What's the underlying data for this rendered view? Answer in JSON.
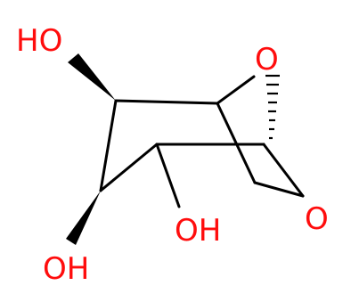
{
  "molecule": {
    "labels": {
      "oh_top_left": "HO",
      "o_bridge_top": "O",
      "oh_middle": "OH",
      "oh_bottom_left": "OH",
      "o_ring_right": "O"
    },
    "colors": {
      "bond": "#000000",
      "heteroatom": "#ff0d0d",
      "background": "#ffffff"
    }
  }
}
